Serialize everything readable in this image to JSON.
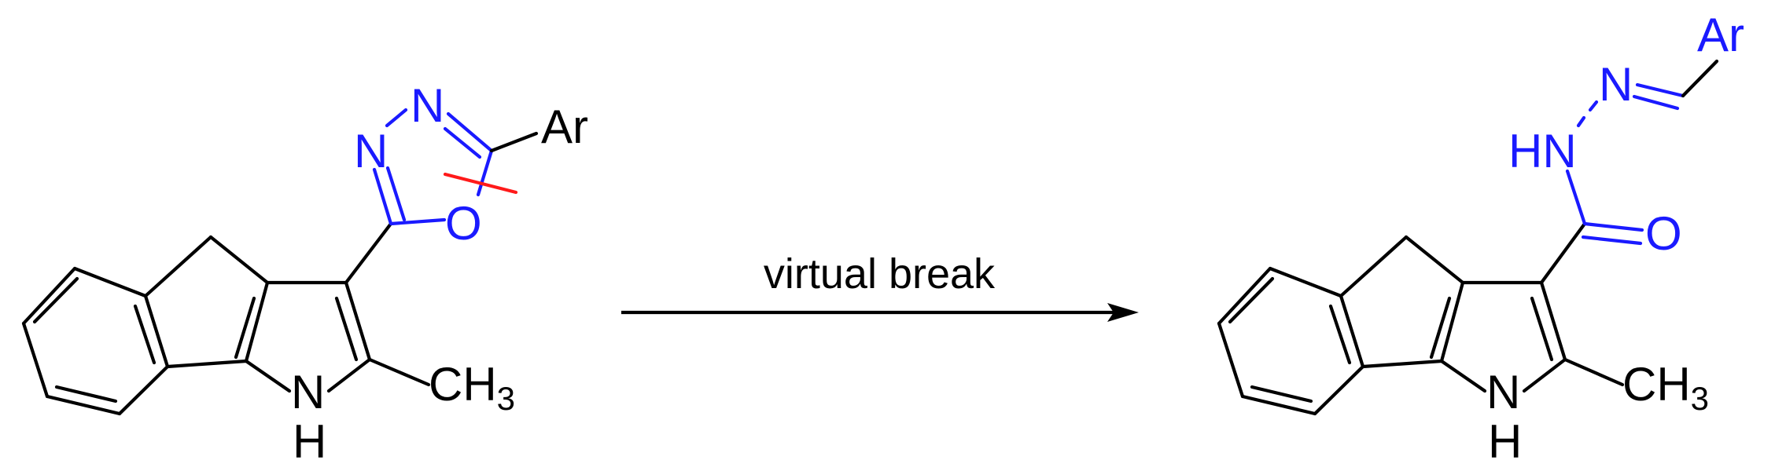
{
  "scheme": {
    "reaction_label": "virtual break",
    "colors": {
      "bond": "#000000",
      "heteroatom": "#1a1aff",
      "break_mark": "#ff1a1a"
    }
  },
  "reactant": {
    "atoms": {
      "n1": "N",
      "n2": "N",
      "o": "O",
      "ar": "Ar",
      "nh_n": "N",
      "nh_h": "H",
      "ch3_c": "CH",
      "ch3_sub": "3"
    }
  },
  "product": {
    "atoms": {
      "ar": "Ar",
      "n_imine": "N",
      "hn": "HN",
      "o": "O",
      "nh_n": "N",
      "nh_h": "H",
      "ch3_c": "CH",
      "ch3_sub": "3"
    }
  }
}
